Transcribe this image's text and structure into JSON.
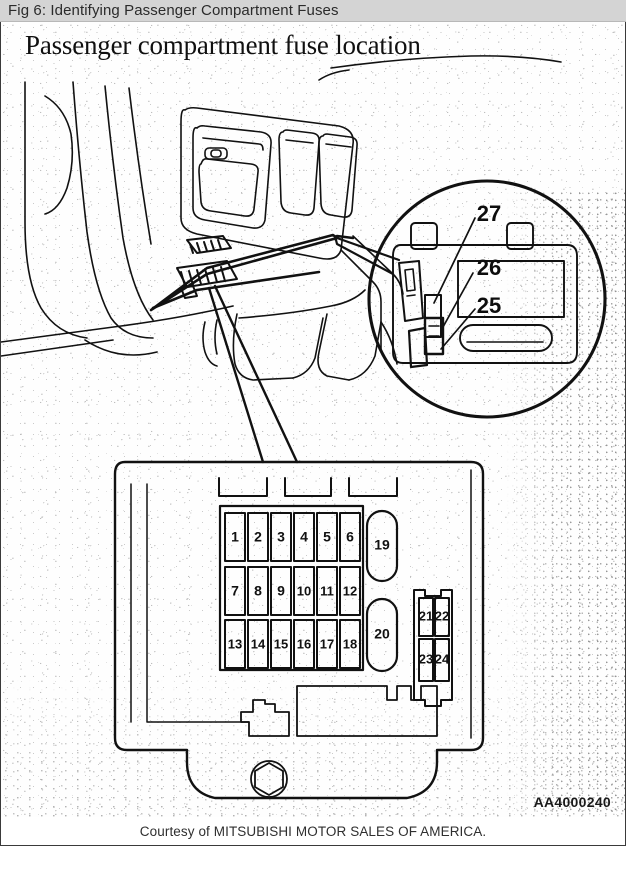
{
  "header": {
    "title": "Fig 6: Identifying Passenger Compartment Fuses"
  },
  "figure": {
    "drawing_title": "Passenger compartment fuse location",
    "code": "AA4000240",
    "caption": "Courtesy of MITSUBISHI MOTOR SALES OF AMERICA."
  },
  "fuse_box": {
    "rows": [
      {
        "labels": [
          "1",
          "2",
          "3",
          "4",
          "5",
          "6"
        ]
      },
      {
        "labels": [
          "7",
          "8",
          "9",
          "10",
          "11",
          "12"
        ]
      },
      {
        "labels": [
          "13",
          "14",
          "15",
          "16",
          "17",
          "18"
        ]
      }
    ],
    "relays": [
      "19",
      "20"
    ],
    "connector_block": {
      "top": [
        "21",
        "22"
      ],
      "bottom": [
        "23",
        "24"
      ]
    }
  },
  "inset_callouts": {
    "items": [
      "27",
      "26",
      "25"
    ]
  },
  "colors": {
    "header_bg": "#d4d4d4",
    "header_text": "#2b2b2b",
    "ink": "#111111",
    "paper": "#ffffff",
    "frame_border": "#3a3a3a"
  }
}
